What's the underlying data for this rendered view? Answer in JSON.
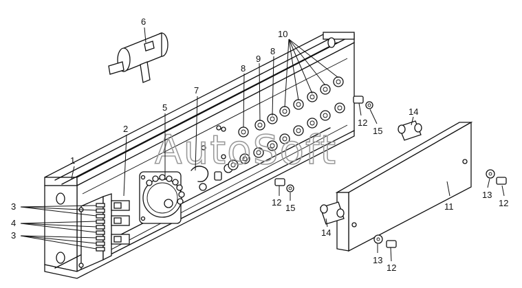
{
  "watermark": "AutoSoft",
  "callouts": {
    "c1": "1",
    "c2": "2",
    "c3a": "3",
    "c3b": "3",
    "c4": "4",
    "c5": "5",
    "c6": "6",
    "c7": "7",
    "c8a": "8",
    "c8b": "8",
    "c9": "9",
    "c10": "10",
    "c11": "11",
    "c12a": "12",
    "c12b": "12",
    "c12c": "12",
    "c12d": "12",
    "c13a": "13",
    "c13b": "13",
    "c14a": "14",
    "c14b": "14",
    "c15a": "15",
    "c15b": "15"
  }
}
